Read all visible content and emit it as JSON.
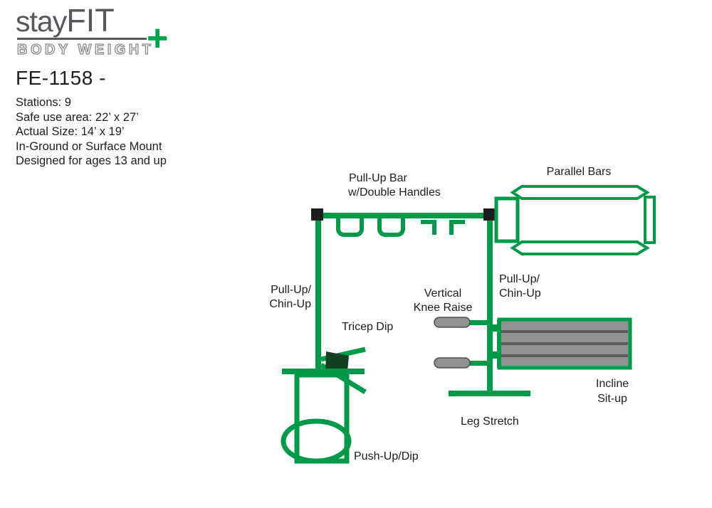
{
  "logo": {
    "stay": "stay",
    "fit": "FIT",
    "subtitle": "BODY WEIGHT",
    "plus": "+"
  },
  "product": {
    "title": "FE-1158 -",
    "specs": [
      "Stations: 9",
      "Safe use area: 22’ x 27’",
      "Actual Size: 14’ x 19’",
      "In-Ground or Surface Mount",
      "Designed for ages 13 and up"
    ]
  },
  "diagram": {
    "colors": {
      "equipment_green": "#009A49",
      "logo_green": "#00A550",
      "bench_gray": "#909193",
      "bench_stripe": "#5c5d5f",
      "post_black": "#1d1d1d",
      "logo_gray": "#55575b"
    },
    "labels": {
      "pullup_bar": {
        "line1": "Pull-Up Bar",
        "line2": "w/Double Handles"
      },
      "parallel_bars": {
        "line1": "Parallel Bars"
      },
      "pullup_chinup_left": {
        "line1": "Pull-Up/",
        "line2": "Chin-Up"
      },
      "pullup_chinup_right": {
        "line1": "Pull-Up/",
        "line2": "Chin-Up"
      },
      "vertical_knee_raise": {
        "line1": "Vertical",
        "line2": "Knee Raise"
      },
      "tricep_dip": {
        "line1": "Tricep Dip"
      },
      "incline_situp": {
        "line1": "Incline",
        "line2": "Sit-up"
      },
      "leg_stretch": {
        "line1": "Leg Stretch"
      },
      "pushup_dip": {
        "line1": "Push-Up/Dip"
      }
    }
  }
}
